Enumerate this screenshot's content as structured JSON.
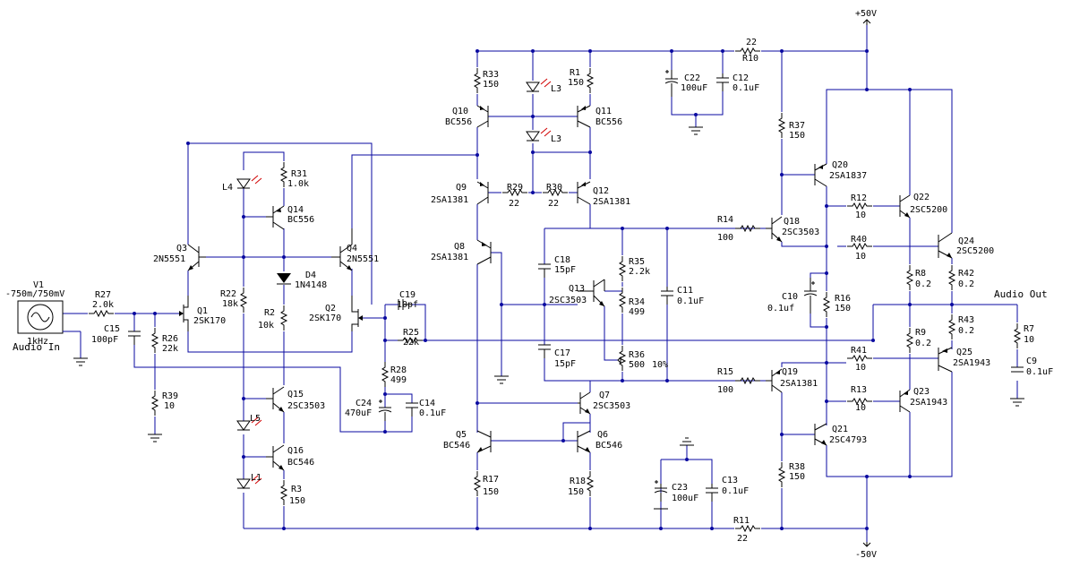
{
  "rails": {
    "positive": "+50V",
    "negative": "-50V"
  },
  "source": {
    "name": "V1",
    "value": "-750m/750mV",
    "freq": "1kHz",
    "input_label": "Audio In"
  },
  "output_label": "Audio Out",
  "resistors": [
    {
      "ref": "R27",
      "value": "2.0k"
    },
    {
      "ref": "R26",
      "value": "22k"
    },
    {
      "ref": "R39",
      "value": "10"
    },
    {
      "ref": "R22",
      "value": "18k"
    },
    {
      "ref": "R2",
      "value": "10k"
    },
    {
      "ref": "R31",
      "value": "1.0k"
    },
    {
      "ref": "R3",
      "value": "150"
    },
    {
      "ref": "R28",
      "value": "499"
    },
    {
      "ref": "R25",
      "value": "22k"
    },
    {
      "ref": "R33",
      "value": "150"
    },
    {
      "ref": "R1",
      "value": "150"
    },
    {
      "ref": "R29",
      "value": "22"
    },
    {
      "ref": "R30",
      "value": "22"
    },
    {
      "ref": "R35",
      "value": "2.2k"
    },
    {
      "ref": "R34",
      "value": "499"
    },
    {
      "ref": "R36",
      "value": "500"
    },
    {
      "ref": "R36_wiper",
      "value": "10%"
    },
    {
      "ref": "R17",
      "value": "150"
    },
    {
      "ref": "R18",
      "value": "150"
    },
    {
      "ref": "R10",
      "value": "22"
    },
    {
      "ref": "R11",
      "value": "22"
    },
    {
      "ref": "R14",
      "value": "100"
    },
    {
      "ref": "R15",
      "value": "100"
    },
    {
      "ref": "R37",
      "value": "150"
    },
    {
      "ref": "R38",
      "value": "150"
    },
    {
      "ref": "R16",
      "value": "150"
    },
    {
      "ref": "R12",
      "value": "10"
    },
    {
      "ref": "R40",
      "value": "10"
    },
    {
      "ref": "R41",
      "value": "10"
    },
    {
      "ref": "R13",
      "value": "10"
    },
    {
      "ref": "R8",
      "value": "0.2"
    },
    {
      "ref": "R42",
      "value": "0.2"
    },
    {
      "ref": "R9",
      "value": "0.2"
    },
    {
      "ref": "R43",
      "value": "0.2"
    },
    {
      "ref": "R7",
      "value": "10"
    }
  ],
  "capacitors": [
    {
      "ref": "C15",
      "value": "100pF"
    },
    {
      "ref": "C19",
      "value": "10pf"
    },
    {
      "ref": "C24",
      "value": "470uF"
    },
    {
      "ref": "C14",
      "value": "0.1uF"
    },
    {
      "ref": "C22",
      "value": "100uF"
    },
    {
      "ref": "C12",
      "value": "0.1uF"
    },
    {
      "ref": "C18",
      "value": "15pF"
    },
    {
      "ref": "C17",
      "value": "15pF"
    },
    {
      "ref": "C11",
      "value": "0.1uF"
    },
    {
      "ref": "C23",
      "value": "100uF"
    },
    {
      "ref": "C13",
      "value": "0.1uF"
    },
    {
      "ref": "C10",
      "value": "0.1uf"
    },
    {
      "ref": "C9",
      "value": "0.1uF"
    }
  ],
  "transistors": [
    {
      "ref": "Q1",
      "part": "2SK170"
    },
    {
      "ref": "Q2",
      "part": "2SK170"
    },
    {
      "ref": "Q3",
      "part": "2N5551"
    },
    {
      "ref": "Q4",
      "part": "2N5551"
    },
    {
      "ref": "Q14",
      "part": "BC556"
    },
    {
      "ref": "Q15",
      "part": "2SC3503"
    },
    {
      "ref": "Q16",
      "part": "BC546"
    },
    {
      "ref": "Q10",
      "part": "BC556"
    },
    {
      "ref": "Q11",
      "part": "BC556"
    },
    {
      "ref": "Q9",
      "part": "2SA1381"
    },
    {
      "ref": "Q12",
      "part": "2SA1381"
    },
    {
      "ref": "Q8",
      "part": "2SA1381"
    },
    {
      "ref": "Q13",
      "part": "2SC3503"
    },
    {
      "ref": "Q7",
      "part": "2SC3503"
    },
    {
      "ref": "Q5",
      "part": "BC546"
    },
    {
      "ref": "Q6",
      "part": "BC546"
    },
    {
      "ref": "Q18",
      "part": "2SC3503"
    },
    {
      "ref": "Q19",
      "part": "2SA1381"
    },
    {
      "ref": "Q20",
      "part": "2SA1837"
    },
    {
      "ref": "Q21",
      "part": "2SC4793"
    },
    {
      "ref": "Q22",
      "part": "2SC5200"
    },
    {
      "ref": "Q24",
      "part": "2SC5200"
    },
    {
      "ref": "Q23",
      "part": "2SA1943"
    },
    {
      "ref": "Q25",
      "part": "2SA1943"
    }
  ],
  "diodes": [
    {
      "ref": "D4",
      "part": "1N4148"
    }
  ],
  "leds": [
    {
      "ref": "L4"
    },
    {
      "ref": "L5"
    },
    {
      "ref": "L1"
    },
    {
      "ref": "L3_top",
      "label": "L3"
    },
    {
      "ref": "L3_bottom",
      "label": "L3"
    }
  ],
  "colors": {
    "wire": "#0a0aa0",
    "component": "#000000",
    "led_rays": "#d00000"
  }
}
